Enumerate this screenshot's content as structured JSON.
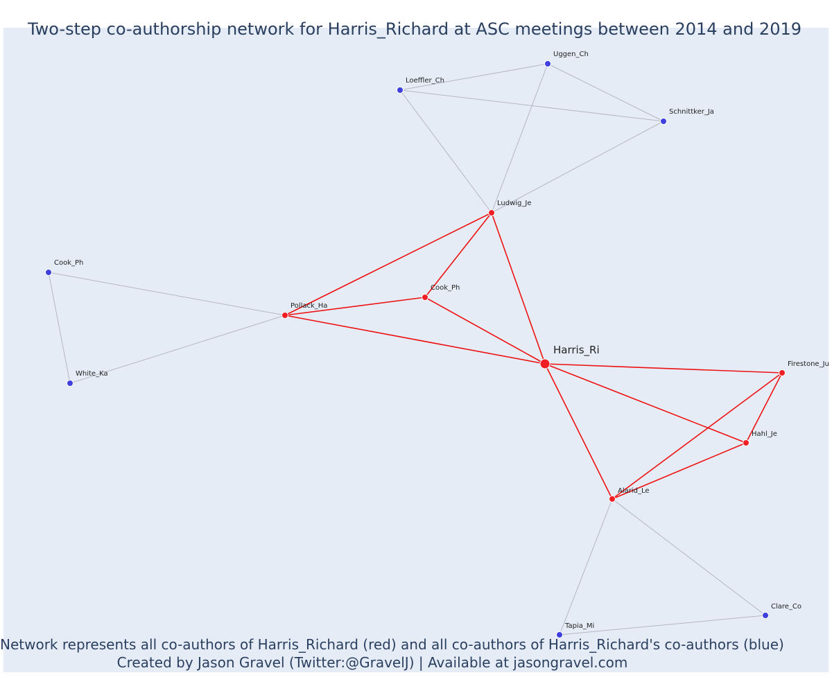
{
  "title": "Two-step co-authorship network for Harris_Richard at ASC meetings between 2014 and 2019",
  "captions": {
    "line1": "Network represents all co-authors of Harris_Richard (red) and all co-authors of Harris_Richard's co-authors (blue)",
    "line2": "Created by Jason Gravel (Twitter:@GravelJ) | Available at jasongravel.com"
  },
  "colors": {
    "plot_background": "#e5ecf6",
    "first_step": "#ef1f24",
    "second_step": "#3f3fe0",
    "first_step_edge": "#ee1111",
    "second_step_edge": "#b4b6c6",
    "text": "#2a3f5f"
  },
  "nodes": [
    {
      "id": "harris_ri",
      "label": "Harris_Ri",
      "group": "ego"
    },
    {
      "id": "ludwig_je",
      "label": "Ludwig_Je",
      "group": "first"
    },
    {
      "id": "cook_ph_red",
      "label": "Cook_Ph",
      "group": "first"
    },
    {
      "id": "pollack_ha",
      "label": "Pollack_Ha",
      "group": "first"
    },
    {
      "id": "firestone_ju",
      "label": "Firestone_Ju",
      "group": "first"
    },
    {
      "id": "hahl_je",
      "label": "Hahl_Je",
      "group": "first"
    },
    {
      "id": "alarid_le",
      "label": "Alarid_Le",
      "group": "first"
    },
    {
      "id": "uggen_ch",
      "label": "Uggen_Ch",
      "group": "second"
    },
    {
      "id": "loeffler_ch",
      "label": "Loeffler_Ch",
      "group": "second"
    },
    {
      "id": "schnittker_ja",
      "label": "Schnittker_Ja",
      "group": "second"
    },
    {
      "id": "cook_ph_blue",
      "label": "Cook_Ph",
      "group": "second"
    },
    {
      "id": "white_ka",
      "label": "White_Ka",
      "group": "second"
    },
    {
      "id": "clare_co",
      "label": "Clare_Co",
      "group": "second"
    },
    {
      "id": "tapia_mi",
      "label": "Tapia_Mi",
      "group": "second"
    }
  ],
  "edges": [
    {
      "source": "harris_ri",
      "target": "ludwig_je",
      "type": "first"
    },
    {
      "source": "harris_ri",
      "target": "cook_ph_red",
      "type": "first"
    },
    {
      "source": "harris_ri",
      "target": "pollack_ha",
      "type": "first"
    },
    {
      "source": "harris_ri",
      "target": "firestone_ju",
      "type": "first"
    },
    {
      "source": "harris_ri",
      "target": "hahl_je",
      "type": "first"
    },
    {
      "source": "harris_ri",
      "target": "alarid_le",
      "type": "first"
    },
    {
      "source": "ludwig_je",
      "target": "cook_ph_red",
      "type": "first"
    },
    {
      "source": "ludwig_je",
      "target": "pollack_ha",
      "type": "first"
    },
    {
      "source": "cook_ph_red",
      "target": "pollack_ha",
      "type": "first"
    },
    {
      "source": "firestone_ju",
      "target": "hahl_je",
      "type": "first"
    },
    {
      "source": "firestone_ju",
      "target": "alarid_le",
      "type": "first"
    },
    {
      "source": "hahl_je",
      "target": "alarid_le",
      "type": "first"
    },
    {
      "source": "ludwig_je",
      "target": "uggen_ch",
      "type": "second"
    },
    {
      "source": "ludwig_je",
      "target": "loeffler_ch",
      "type": "second"
    },
    {
      "source": "ludwig_je",
      "target": "schnittker_ja",
      "type": "second"
    },
    {
      "source": "uggen_ch",
      "target": "loeffler_ch",
      "type": "second"
    },
    {
      "source": "uggen_ch",
      "target": "schnittker_ja",
      "type": "second"
    },
    {
      "source": "loeffler_ch",
      "target": "schnittker_ja",
      "type": "second"
    },
    {
      "source": "pollack_ha",
      "target": "cook_ph_blue",
      "type": "second"
    },
    {
      "source": "pollack_ha",
      "target": "white_ka",
      "type": "second"
    },
    {
      "source": "cook_ph_blue",
      "target": "white_ka",
      "type": "second"
    },
    {
      "source": "alarid_le",
      "target": "clare_co",
      "type": "second"
    },
    {
      "source": "alarid_le",
      "target": "tapia_mi",
      "type": "second"
    },
    {
      "source": "clare_co",
      "target": "tapia_mi",
      "type": "second"
    }
  ]
}
